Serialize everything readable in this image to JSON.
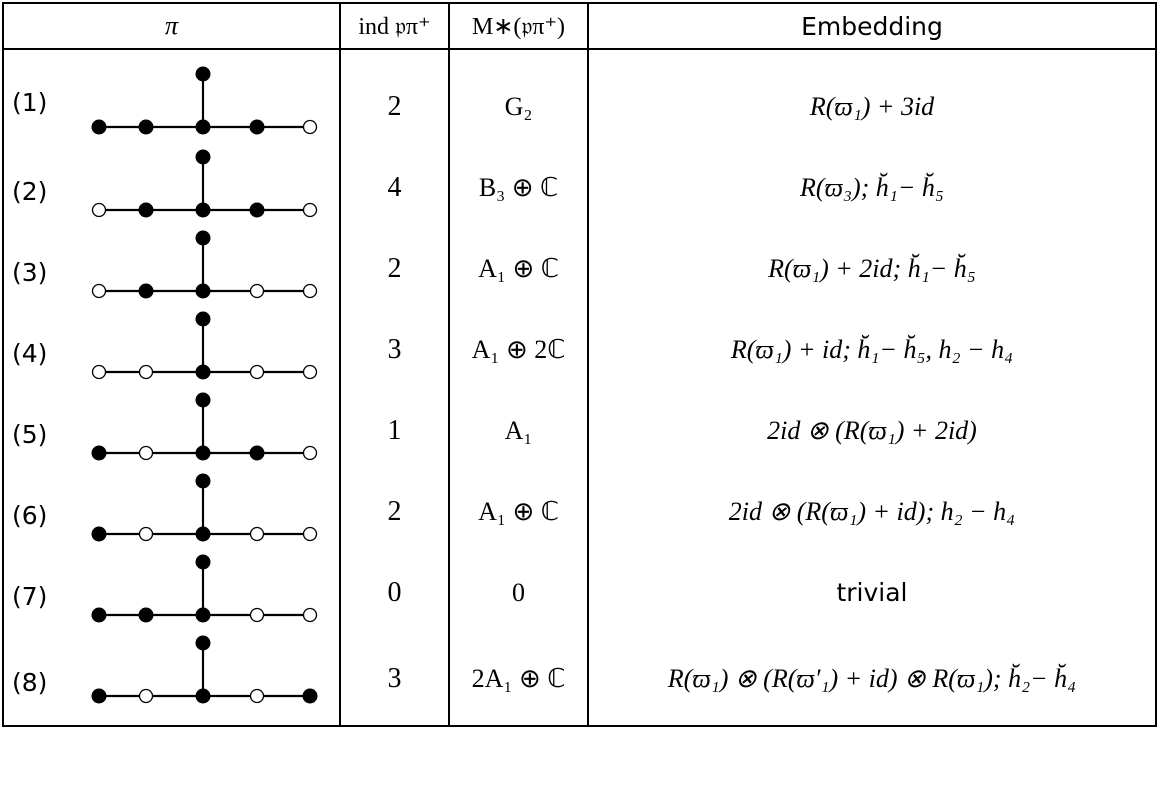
{
  "table": {
    "headers": {
      "pi": "π",
      "index": "ind 𝔭π⁺",
      "module": "M∗(𝔭π⁺)",
      "embedding": "Embedding"
    },
    "diagram_legend": {
      "filled_node_color": "#000000",
      "open_node_color": "#ffffff"
    },
    "rows": [
      {
        "label": "(1)",
        "nodes": [
          "filled",
          "filled",
          "filled",
          "filled",
          "open",
          "filled"
        ],
        "index": "2",
        "module": "G₂",
        "embedding": "R(ϖ₁) + 3id"
      },
      {
        "label": "(2)",
        "nodes": [
          "open",
          "filled",
          "filled",
          "filled",
          "open",
          "filled"
        ],
        "index": "4",
        "module": "B₃ ⊕ ℂ",
        "embedding": "R(ϖ₃); h̆₁− h̆₅"
      },
      {
        "label": "(3)",
        "nodes": [
          "open",
          "filled",
          "filled",
          "open",
          "open",
          "filled"
        ],
        "index": "2",
        "module": "A₁ ⊕ ℂ",
        "embedding": "R(ϖ₁) + 2id; h̆₁− h̆₅"
      },
      {
        "label": "(4)",
        "nodes": [
          "open",
          "open",
          "filled",
          "open",
          "open",
          "filled"
        ],
        "index": "3",
        "module": "A₁ ⊕ 2ℂ",
        "embedding": "R(ϖ₁) + id; h̆₁− h̆₅, h₂ − h₄"
      },
      {
        "label": "(5)",
        "nodes": [
          "filled",
          "open",
          "filled",
          "filled",
          "open",
          "filled"
        ],
        "index": "1",
        "module": "A₁",
        "embedding": "2id ⊗ (R(ϖ₁) + 2id)"
      },
      {
        "label": "(6)",
        "nodes": [
          "filled",
          "open",
          "filled",
          "open",
          "open",
          "filled"
        ],
        "index": "2",
        "module": "A₁ ⊕ ℂ",
        "embedding": "2id ⊗ (R(ϖ₁) + id); h₂ − h₄"
      },
      {
        "label": "(7)",
        "nodes": [
          "filled",
          "filled",
          "filled",
          "open",
          "open",
          "filled"
        ],
        "index": "0",
        "module": "0",
        "embedding": "trivial"
      },
      {
        "label": "(8)",
        "nodes": [
          "filled",
          "open",
          "filled",
          "open",
          "filled",
          "filled"
        ],
        "index": "3",
        "module": "2A₁ ⊕ ℂ",
        "embedding": "R(ϖ₁) ⊗ (R(ϖ′₁) + id) ⊗ R(ϖ₁); h̆₂− h̆₄"
      }
    ]
  }
}
